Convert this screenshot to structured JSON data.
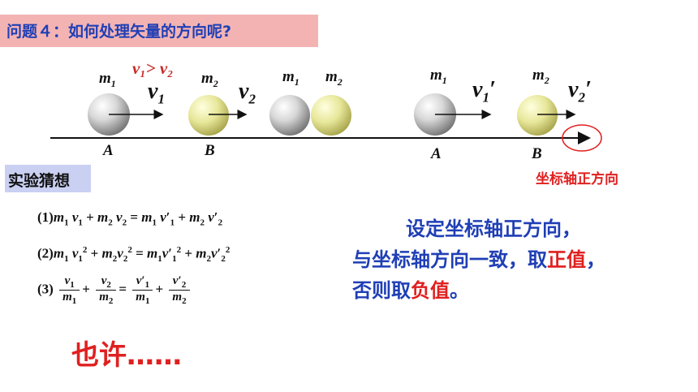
{
  "title": "问题４：如何处理矢量的方向呢?",
  "diagram": {
    "condition": "v₁> v₂",
    "mass_labels": [
      "m",
      "m",
      "m",
      "m",
      "m",
      "m"
    ],
    "mass_subs": [
      "1",
      "2",
      "1",
      "2",
      "1",
      "2"
    ],
    "velocity_labels": [
      "v",
      "v",
      "v",
      "v"
    ],
    "velocity_subs": [
      "1",
      "2",
      "1",
      "2"
    ],
    "primes": [
      "′",
      "′"
    ],
    "point_labels": [
      "A",
      "B",
      "A",
      "B"
    ],
    "axis_label": "坐标轴正方向"
  },
  "guess_label": "实验猜想",
  "equations": {
    "eq1_num": "(1)",
    "eq2_num": "(2)",
    "eq3_num": "(3)"
  },
  "note": {
    "line1": "设定坐标轴正方向，",
    "line2_pre": "与坐标轴方向一致，取",
    "line2_red": "正值",
    "line2_post": "，",
    "line3_pre": "否则取",
    "line3_red": "负值",
    "line3_post": "。"
  },
  "maybe": "也许……",
  "colors": {
    "title_bg": "#f3b3b3",
    "title_text": "#1f3fb5",
    "guess_bg": "#c9d0f2",
    "accent_red": "#e02020"
  }
}
